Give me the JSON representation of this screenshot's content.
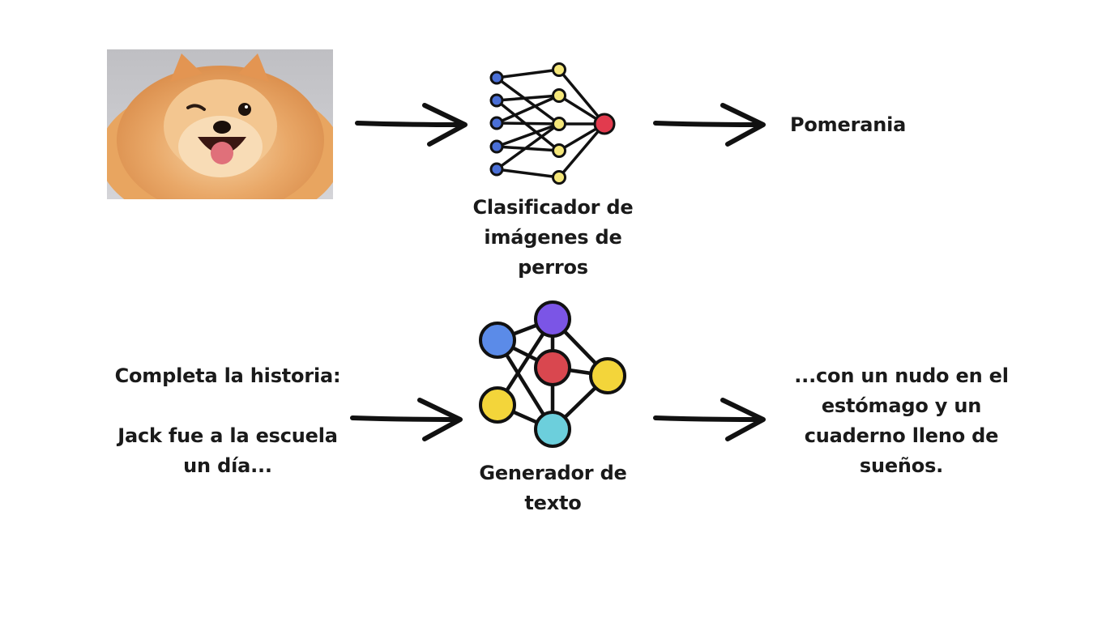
{
  "top_row": {
    "input_image": {
      "subject": "pomeranian-dog-photo"
    },
    "model_label": "Clasificador de imágenes de perros",
    "output_text": "Pomerania"
  },
  "bottom_row": {
    "input_line1": "Completa la historia:",
    "input_line2": "Jack fue a la escuela un día...",
    "model_label": "Generador de texto",
    "output_text": "...con un nudo en el estómago y un cuaderno lleno de sueños."
  },
  "colors": {
    "classifier_input_nodes": "#4a6fd6",
    "classifier_hidden_nodes": "#f5e77a",
    "classifier_output_node": "#e23b4e",
    "generator_blue": "#5b8be8",
    "generator_purple": "#7b55e6",
    "generator_red": "#d9474f",
    "generator_yellow": "#f3d53a",
    "generator_cyan": "#6ccfdc"
  }
}
